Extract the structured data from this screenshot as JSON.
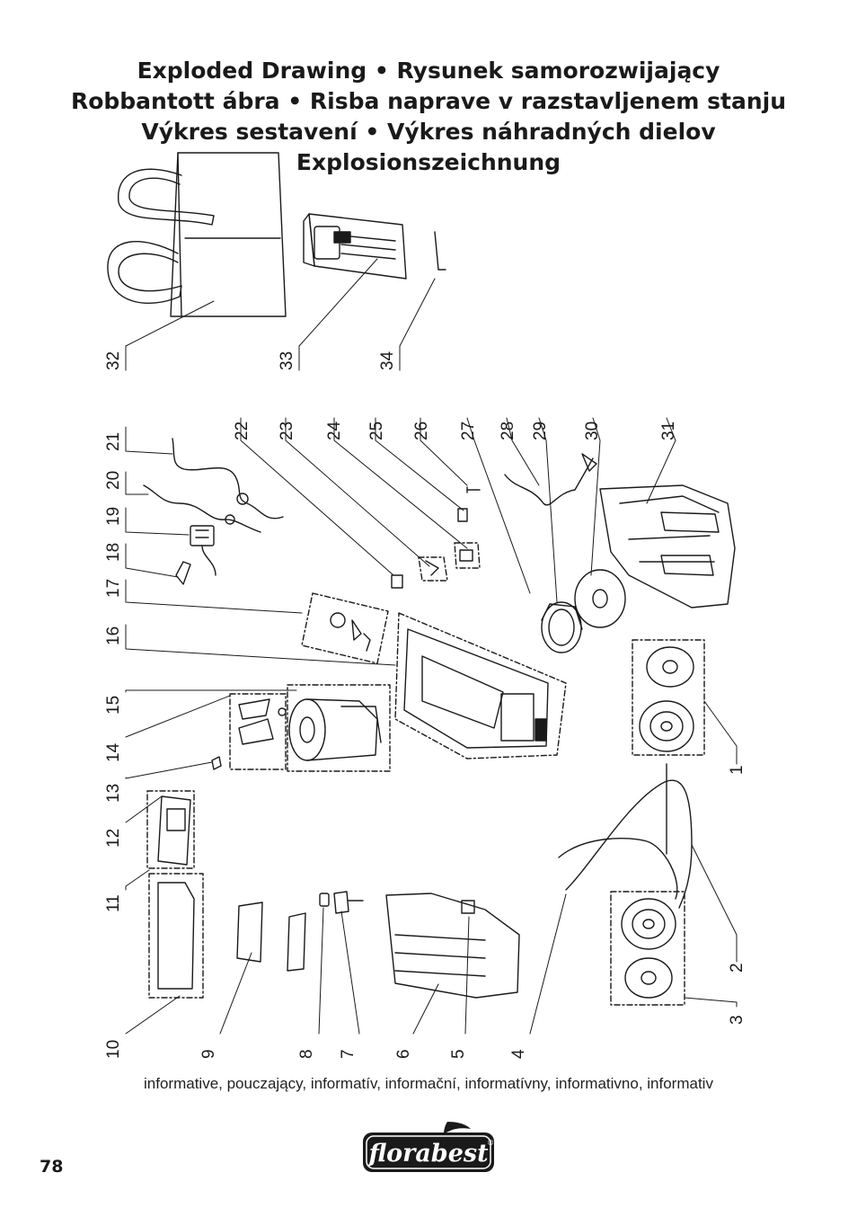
{
  "title": {
    "lines": [
      "Exploded Drawing • Rysunek samorozwijający",
      "Robbantott ábra • Risba naprave v razstavljenem stanju",
      "Výkres sestavení • Výkres náhradných dielov",
      "Explosionszeichnung"
    ]
  },
  "part_numbers": [
    "1",
    "2",
    "3",
    "4",
    "5",
    "6",
    "7",
    "8",
    "9",
    "10",
    "11",
    "12",
    "13",
    "14",
    "15",
    "16",
    "17",
    "18",
    "19",
    "20",
    "21",
    "22",
    "23",
    "24",
    "25",
    "26",
    "27",
    "28",
    "29",
    "30",
    "31",
    "32",
    "33",
    "34"
  ],
  "caption": "informative, pouczający, informatív, informační, informatívny, informativno, informativ",
  "page_number": "78",
  "brand": {
    "name": "florabest",
    "registered": "®",
    "color": "#1a1a1a"
  }
}
